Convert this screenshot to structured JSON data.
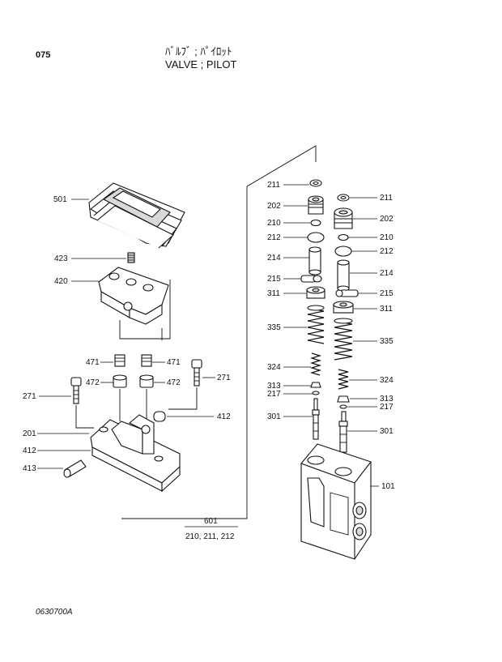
{
  "header": {
    "page_number": "075",
    "title_jp": "ﾊﾞﾙﾌﾞ ; ﾊﾟｲﾛｯﾄ",
    "title_en": "VALVE ; PILOT"
  },
  "callouts": {
    "c501": "501",
    "c423": "423",
    "c420": "420",
    "c471a": "471",
    "c471b": "471",
    "c472a": "472",
    "c472b": "472",
    "c271a": "271",
    "c271b": "271",
    "c412a": "412",
    "c412b": "412",
    "c413": "413",
    "c201": "201",
    "c211a": "211",
    "c211b": "211",
    "c202a": "202",
    "c202b": "202",
    "c210a": "210",
    "c210b": "210",
    "c212a": "212",
    "c212b": "212",
    "c214a": "214",
    "c214b": "214",
    "c215a": "215",
    "c215b": "215",
    "c311a": "311",
    "c311b": "311",
    "c335a": "335",
    "c335b": "335",
    "c324a": "324",
    "c324b": "324",
    "c313a": "313",
    "c313b": "313",
    "c217a": "217",
    "c217b": "217",
    "c301a": "301",
    "c301b": "301",
    "c101": "101"
  },
  "kit": {
    "number": "601",
    "contents": "210, 211, 212"
  },
  "footer": {
    "drawing_code": "0630700A"
  }
}
